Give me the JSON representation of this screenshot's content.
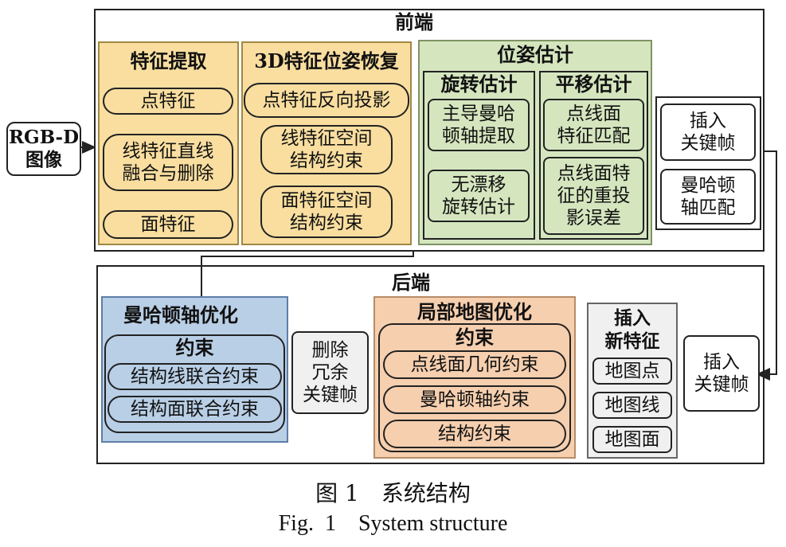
{
  "front_end": {
    "title": "前端",
    "feature_extraction": {
      "title": "特征提取",
      "items": [
        "点特征",
        "线特征直线\n融合与删除",
        "面特征"
      ]
    },
    "pose_recovery_3d": {
      "title": "3D特征位姿恢复",
      "items": [
        "点特征反向投影",
        "线特征空间\n结构约束",
        "面特征空间\n结构约束"
      ]
    },
    "pose_estimation": {
      "title": "位姿估计",
      "rotation": {
        "title": "旋转估计",
        "items": [
          "主导曼哈\n顿轴提取",
          "无漂移\n旋转估计"
        ]
      },
      "translation": {
        "title": "平移估计",
        "items": [
          "点线面\n特征匹配",
          "点线面特\n征的重投\n影误差"
        ]
      }
    },
    "keyframe_side": {
      "items": [
        "插入\n关键帧",
        "曼哈顿\n轴匹配"
      ]
    }
  },
  "input": {
    "label": "RGB-D\n图像"
  },
  "back_end": {
    "title": "后端",
    "manhattan_opt": {
      "title": "曼哈顿轴优化",
      "constraint_title": "约束",
      "items": [
        "结构线联合约束",
        "结构面联合约束"
      ]
    },
    "delete_redundant": {
      "label": "删除\n冗余\n关键帧"
    },
    "local_map_opt": {
      "title": "局部地图优化",
      "constraint_title": "约束",
      "items": [
        "点线面几何约束",
        "曼哈顿轴约束",
        "结构约束"
      ]
    },
    "insert_features": {
      "title": "插入\n新特征",
      "items": [
        "地图点",
        "地图线",
        "地图面"
      ]
    },
    "insert_keyframe": {
      "label": "插入\n关键帧"
    }
  },
  "caption": {
    "cn": "图 1　系统结构",
    "en": "Fig.  1    System structure"
  },
  "colors": {
    "yellow": "#f9dea0",
    "green": "#d5e6bf",
    "blue": "#b9cfe6",
    "peach": "#f6cfaf",
    "gray": "#f0f0f0"
  }
}
